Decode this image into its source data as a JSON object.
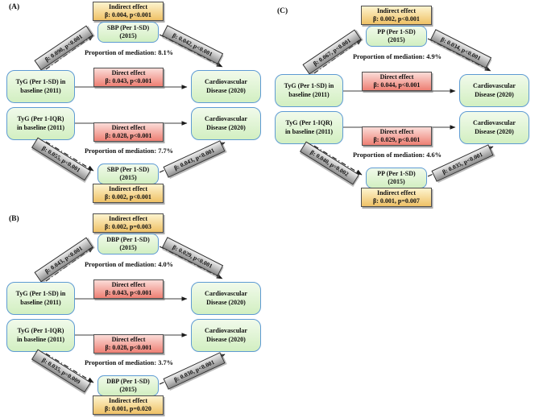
{
  "figure": {
    "panels": [
      {
        "label": "(A)",
        "top": {
          "indirect": {
            "title": "Indirect effect",
            "value": "β: 0.004, p<0.001"
          },
          "mediator": {
            "name": "SBP (Per 1-SD)",
            "year": "(2015)"
          },
          "path_exposure_mediator": "β: 0.090, p<0.001",
          "path_mediator_outcome": "β: 0.042, p<0.001",
          "proportion": "Proportion of mediation: 8.1%",
          "exposure": {
            "line1": "TyG (Per 1-SD) in",
            "line2": "baseline (2011)"
          },
          "direct": {
            "title": "Direct effect",
            "value": "β: 0.043, p<0.001"
          },
          "outcome": {
            "line1": "Cardiovascular",
            "line2": "Disease (2020)"
          }
        },
        "bottom": {
          "indirect": {
            "title": "Indirect effect",
            "value": "β: 0.002, p<0.001"
          },
          "mediator": {
            "name": "SBP (Per 1-SD)",
            "year": "(2015)"
          },
          "path_exposure_mediator": "β: 0.055, p<0.001",
          "path_mediator_outcome": "β: 0.043, p<0.001",
          "proportion": "Proportion of mediation: 7.7%",
          "exposure": {
            "line1": "TyG (Per 1-IQR)",
            "line2": "in baseline (2011)"
          },
          "direct": {
            "title": "Direct effect",
            "value": "β: 0.028, p<0.001"
          },
          "outcome": {
            "line1": "Cardiovascular",
            "line2": "Disease (2020)"
          }
        }
      },
      {
        "label": "(B)",
        "top": {
          "indirect": {
            "title": "Indirect effect",
            "value": "β: 0.002, p=0.003"
          },
          "mediator": {
            "name": "DBP (Per 1-SD)",
            "year": "(2015)"
          },
          "path_exposure_mediator": "β: 0.043, p<0.001",
          "path_mediator_outcome": "β: 0.029, p<0.001",
          "proportion": "Proportion of mediation: 4.0%",
          "exposure": {
            "line1": "TyG (Per 1-SD) in",
            "line2": "baseline (2011)"
          },
          "direct": {
            "title": "Direct effect",
            "value": "β: 0.043, p<0.001"
          },
          "outcome": {
            "line1": "Cardiovascular",
            "line2": "Disease (2020)"
          }
        },
        "bottom": {
          "indirect": {
            "title": "Indirect effect",
            "value": "β: 0.001, p=0.020"
          },
          "mediator": {
            "name": "DBP (Per 1-SD)",
            "year": "(2015)"
          },
          "path_exposure_mediator": "β: 0.035, p=0.009",
          "path_mediator_outcome": "β: 0.030, p<0.001",
          "proportion": "Proportion of mediation: 3.7%",
          "exposure": {
            "line1": "TyG (Per 1-IQR)",
            "line2": "in baseline (2011)"
          },
          "direct": {
            "title": "Direct effect",
            "value": "β: 0.028, p<0.001"
          },
          "outcome": {
            "line1": "Cardiovascular",
            "line2": "Disease (2020)"
          }
        }
      },
      {
        "label": "(C)",
        "top": {
          "indirect": {
            "title": "Indirect effect",
            "value": "β: 0.002, p<0.001"
          },
          "mediator": {
            "name": "PP (Per 1-SD)",
            "year": "(2015)"
          },
          "path_exposure_mediator": "β: 0.067, p<0.001",
          "path_mediator_outcome": "β: 0.034, p<0.001",
          "proportion": "Proportion of mediation: 4.9%",
          "exposure": {
            "line1": "TyG (Per 1-SD) in",
            "line2": "baseline (2011)"
          },
          "direct": {
            "title": "Direct effect",
            "value": "β: 0.044, p<0.001"
          },
          "outcome": {
            "line1": "Cardiovascular",
            "line2": "Disease (2020)"
          }
        },
        "bottom": {
          "indirect": {
            "title": "Indirect effect",
            "value": "β: 0.001, p=0.007"
          },
          "mediator": {
            "name": "PP (Per 1-SD)",
            "year": "(2015)"
          },
          "path_exposure_mediator": "β: 0.040, p=0.002",
          "path_mediator_outcome": "β: 0.035, p<0.001",
          "proportion": "Proportion of mediation: 4.6%",
          "exposure": {
            "line1": "TyG (Per 1-IQR)",
            "line2": "in baseline (2011)"
          },
          "direct": {
            "title": "Direct effect",
            "value": "β: 0.029, p<0.001"
          },
          "outcome": {
            "line1": "Cardiovascular",
            "line2": "Disease (2020)"
          }
        }
      }
    ]
  }
}
